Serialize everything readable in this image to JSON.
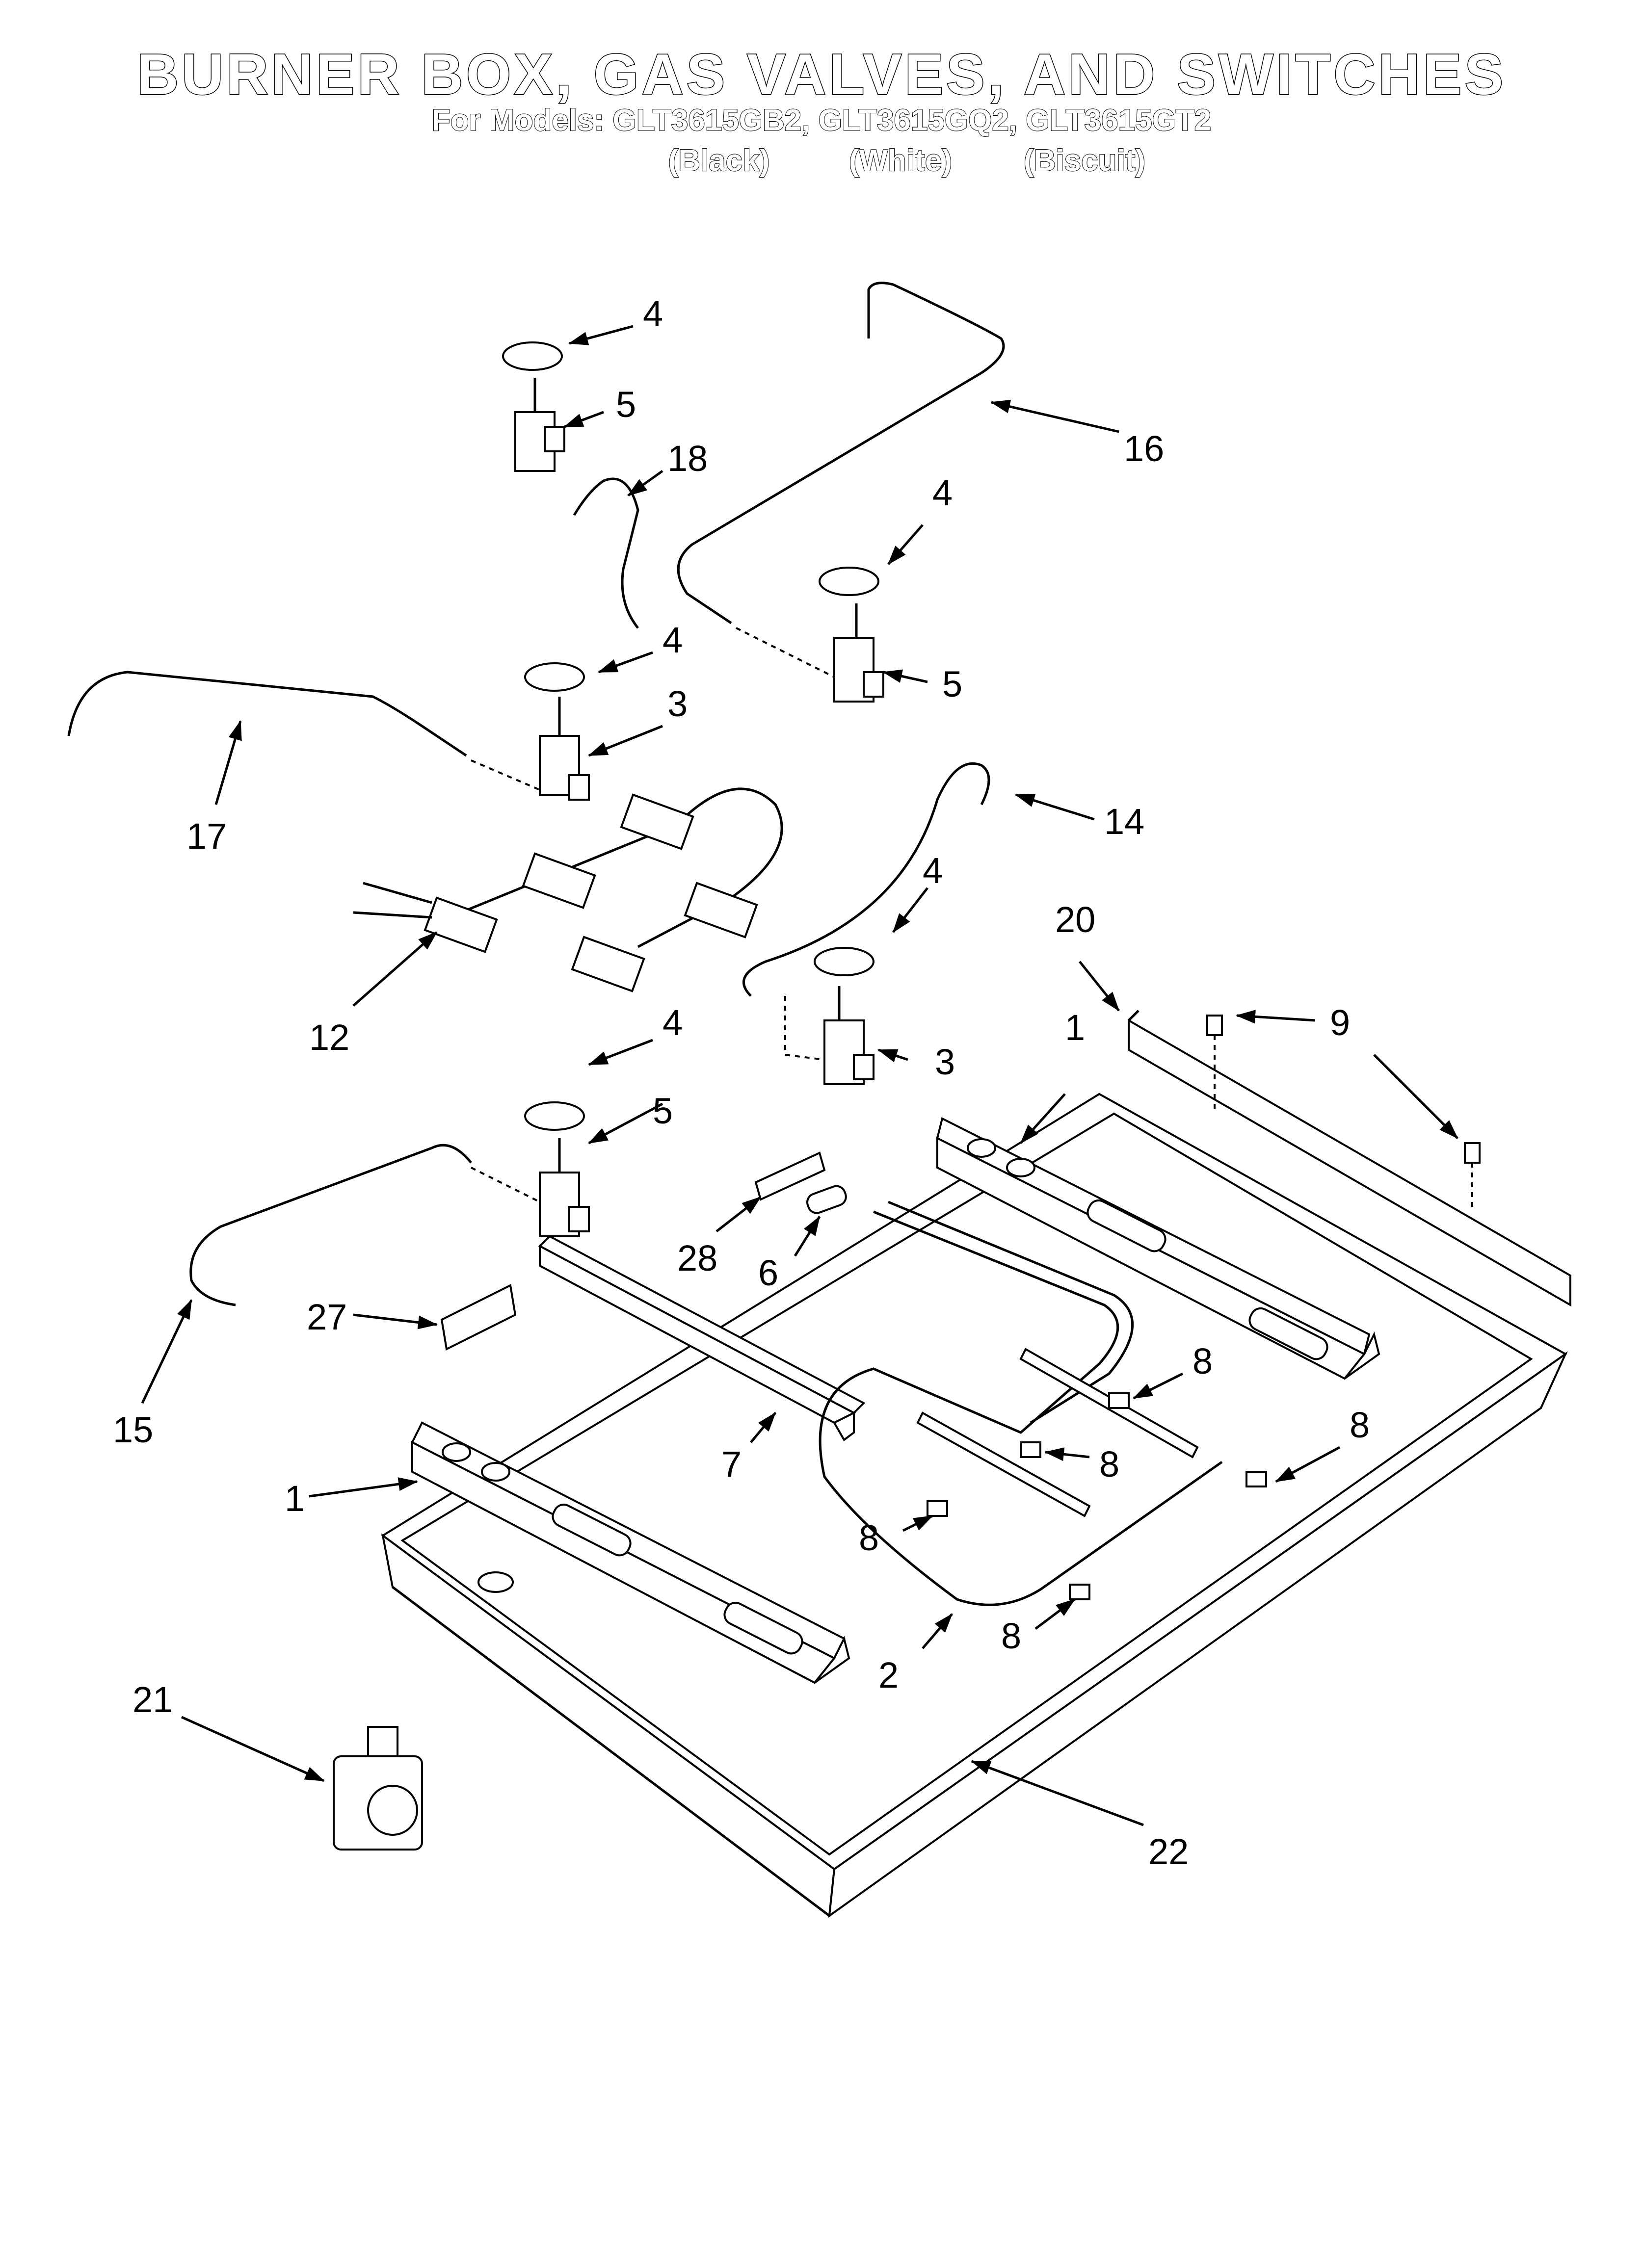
{
  "header": {
    "title": "BURNER BOX, GAS VALVES, AND SWITCHES",
    "models_line": "For Models: GLT3615GB2, GLT3615GQ2, GLT3615GT2",
    "color_black": "(Black)",
    "color_white": "(White)",
    "color_biscuit": "(Biscuit)"
  },
  "callouts": {
    "c4a": "4",
    "c5a": "5",
    "c18": "18",
    "c16": "16",
    "c4b": "4",
    "c4c": "4",
    "c5b": "5",
    "c3a": "3",
    "c17": "17",
    "c14": "14",
    "c12": "12",
    "c4d": "4",
    "c20": "20",
    "c9": "9",
    "c1a": "1",
    "c4e": "4",
    "c3b": "3",
    "c5c": "5",
    "c28": "28",
    "c6": "6",
    "c27": "27",
    "c8a": "8",
    "c15": "15",
    "c8b": "8",
    "c8c": "8",
    "c7": "7",
    "c1b": "1",
    "c8d": "8",
    "c8e": "8",
    "c2": "2",
    "c21": "21",
    "c22": "22"
  }
}
